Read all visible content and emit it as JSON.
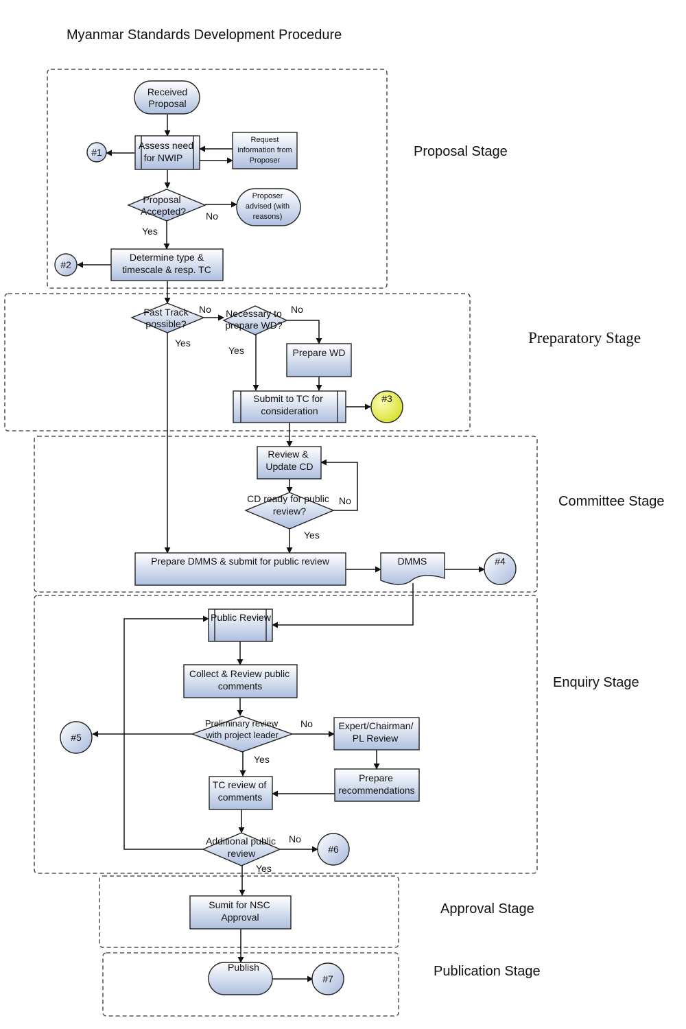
{
  "title": "Myanmar Standards Development Procedure",
  "stages": {
    "proposal": "Proposal Stage",
    "preparatory": "Preparatory Stage",
    "committee": "Committee Stage",
    "enquiry": "Enquiry Stage",
    "approval": "Approval Stage",
    "publication": "Publication Stage"
  },
  "nodes": {
    "received_proposal": [
      "Received",
      "Proposal"
    ],
    "assess_need": [
      "Assess need",
      "for NWIP"
    ],
    "request_info": [
      "Request",
      "information from",
      "Proposer"
    ],
    "proposal_accepted": [
      "Proposal",
      "Accepted?"
    ],
    "proposer_advised": [
      "Proposer",
      "advised (with",
      "reasons)"
    ],
    "determine_type": [
      "Determine type &",
      "timescale & resp. TC"
    ],
    "fast_track": [
      "Fast Track",
      "possible?"
    ],
    "necessary_wd": [
      "Necessary to",
      "prepare WD?"
    ],
    "prepare_wd": [
      "Prepare WD"
    ],
    "submit_tc": [
      "Submit to TC for",
      "consideration"
    ],
    "review_update_cd": [
      "Review &",
      "Update CD"
    ],
    "cd_ready": [
      "CD ready for public",
      "review?"
    ],
    "prepare_dmms": [
      "Prepare DMMS & submit for public review"
    ],
    "dmms": [
      "DMMS"
    ],
    "public_review": [
      "Public Review"
    ],
    "collect_review": [
      "Collect & Review public",
      "comments"
    ],
    "preliminary_review": [
      "Preliminary review",
      "with project leader"
    ],
    "expert_review": [
      "Expert/Chairman/",
      "PL  Review"
    ],
    "prepare_recommendations": [
      "Prepare",
      "recommendations"
    ],
    "tc_review": [
      "TC review of",
      "comments"
    ],
    "additional_review": [
      "Additional public",
      "review"
    ],
    "submit_nsc": [
      "Sumit for NSC",
      "Approval"
    ],
    "publish": [
      "Publish"
    ]
  },
  "connectors": {
    "c1": "#1",
    "c2": "#2",
    "c3": "#3",
    "c4": "#4",
    "c5": "#5",
    "c6": "#6",
    "c7": "#7"
  },
  "edge_labels": {
    "accepted_yes": "Yes",
    "accepted_no": "No",
    "fast_track_no": "No",
    "fast_track_yes": "Yes",
    "necessary_no": "No",
    "necessary_yes": "Yes",
    "cd_ready_no": "No",
    "cd_ready_yes": "Yes",
    "preliminary_no": "No",
    "preliminary_yes": "Yes",
    "additional_no": "No",
    "additional_yes": "Yes"
  },
  "colors": {
    "box_top": "#ffffff",
    "box_bottom": "#aebfdf",
    "stroke": "#222222",
    "highlight": "#e6eb3d"
  }
}
